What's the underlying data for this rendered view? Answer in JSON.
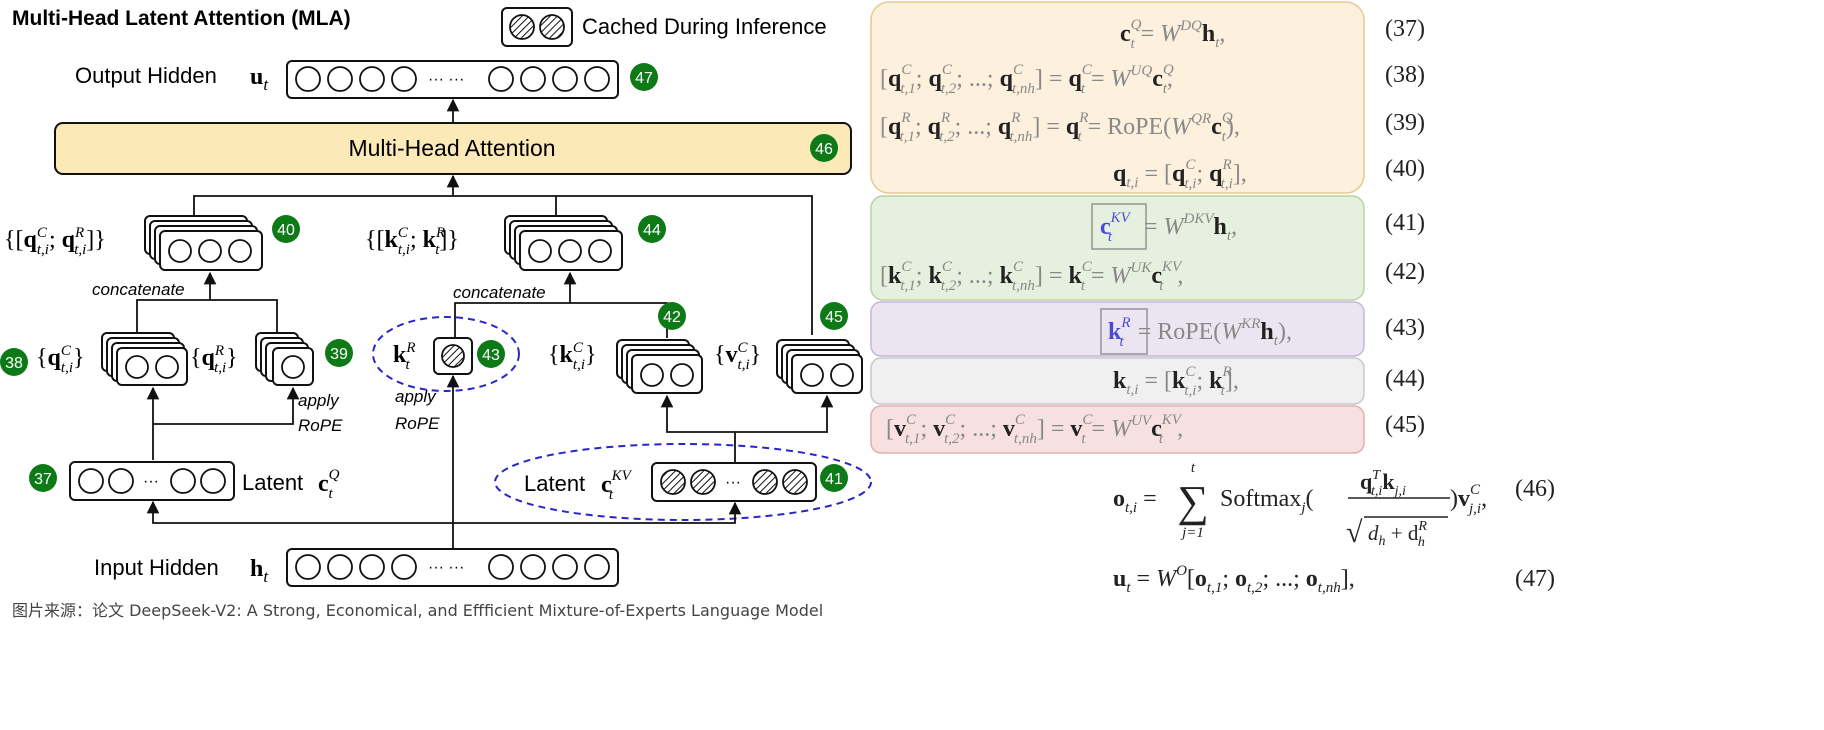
{
  "title": "Multi-Head Latent Attention (MLA)",
  "legend": {
    "label": "Cached During Inference"
  },
  "labels": {
    "output_hidden": "Output Hidden",
    "input_hidden": "Input Hidden",
    "mha": "Multi-Head Attention",
    "concat_q": "concatenate",
    "concat_k": "concatenate",
    "latent_q": "Latent",
    "latent_kv": "Latent",
    "apply_rope_q": [
      "apply",
      "RoPE"
    ],
    "apply_rope_k": [
      "apply",
      "RoPE"
    ]
  },
  "badges": [
    "37",
    "38",
    "39",
    "40",
    "41",
    "42",
    "43",
    "44",
    "45",
    "46",
    "47"
  ],
  "equations": [
    {
      "num": "(37)",
      "group": "q"
    },
    {
      "num": "(38)",
      "group": "q"
    },
    {
      "num": "(39)",
      "group": "q"
    },
    {
      "num": "(40)",
      "group": "q"
    },
    {
      "num": "(41)",
      "group": "kv"
    },
    {
      "num": "(42)",
      "group": "kv"
    },
    {
      "num": "(43)",
      "group": "kr"
    },
    {
      "num": "(44)",
      "group": "k"
    },
    {
      "num": "(45)",
      "group": "v"
    },
    {
      "num": "(46)",
      "group": "none"
    },
    {
      "num": "(47)",
      "group": "none"
    }
  ],
  "colors": {
    "q_box": "#fdf0dd",
    "kv_box": "#e6f0de",
    "kr_box": "#ebe5f2",
    "k_box": "#f0f0f0",
    "v_box": "#f7e0e0",
    "mha_fill": "#fbeab8",
    "badge": "#0e7a17",
    "dashed": "#2727c9",
    "cached_text": "#4a4ad8"
  },
  "caption": "图片来源：论文 DeepSeek-V2: A Strong, Economical, and Effficient Mixture-of-Experts Language Model"
}
